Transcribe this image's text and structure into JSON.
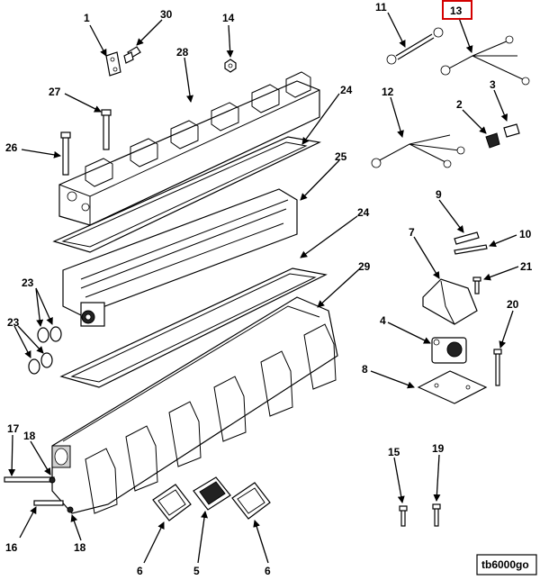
{
  "diagram": {
    "figure_id": "tb6000go",
    "highlight_color": "#d40000",
    "callouts": [
      {
        "id": "c1",
        "text": "1"
      },
      {
        "id": "c2",
        "text": "2"
      },
      {
        "id": "c3",
        "text": "3"
      },
      {
        "id": "c4",
        "text": "4"
      },
      {
        "id": "c5",
        "text": "5"
      },
      {
        "id": "c6a",
        "text": "6"
      },
      {
        "id": "c6b",
        "text": "6"
      },
      {
        "id": "c7",
        "text": "7"
      },
      {
        "id": "c8",
        "text": "8"
      },
      {
        "id": "c9",
        "text": "9"
      },
      {
        "id": "c10",
        "text": "10"
      },
      {
        "id": "c11",
        "text": "11"
      },
      {
        "id": "c12",
        "text": "12"
      },
      {
        "id": "c13",
        "text": "13",
        "highlighted": true
      },
      {
        "id": "c14",
        "text": "14"
      },
      {
        "id": "c15",
        "text": "15"
      },
      {
        "id": "c16",
        "text": "16"
      },
      {
        "id": "c17",
        "text": "17"
      },
      {
        "id": "c18a",
        "text": "18"
      },
      {
        "id": "c18b",
        "text": "18"
      },
      {
        "id": "c19",
        "text": "19"
      },
      {
        "id": "c20",
        "text": "20"
      },
      {
        "id": "c21",
        "text": "21"
      },
      {
        "id": "c23a",
        "text": "23"
      },
      {
        "id": "c23b",
        "text": "23"
      },
      {
        "id": "c24a",
        "text": "24"
      },
      {
        "id": "c24b",
        "text": "24"
      },
      {
        "id": "c25",
        "text": "25"
      },
      {
        "id": "c26",
        "text": "26"
      },
      {
        "id": "c27",
        "text": "27"
      },
      {
        "id": "c28",
        "text": "28"
      },
      {
        "id": "c29",
        "text": "29"
      },
      {
        "id": "c30",
        "text": "30"
      }
    ]
  }
}
